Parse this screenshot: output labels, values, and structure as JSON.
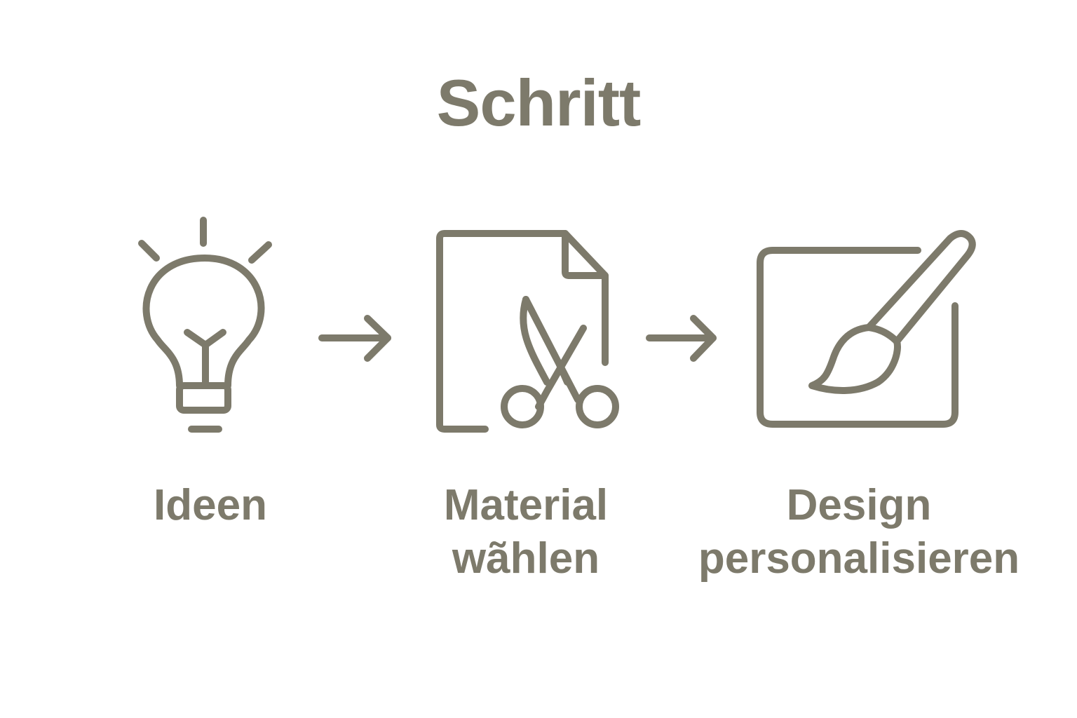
{
  "title": "Schritt",
  "colors": {
    "ink": "#7d7a6b",
    "background": "#ffffff"
  },
  "steps": [
    {
      "icon": "lightbulb-icon",
      "label_lines": [
        "Ideen"
      ]
    },
    {
      "icon": "document-scissors-icon",
      "label_lines": [
        "Material",
        "wãhlen"
      ]
    },
    {
      "icon": "canvas-paintbrush-icon",
      "label_lines": [
        "Design",
        "personalisieren"
      ]
    }
  ],
  "connectors": [
    {
      "icon": "arrow-right-icon"
    },
    {
      "icon": "arrow-right-icon"
    }
  ]
}
